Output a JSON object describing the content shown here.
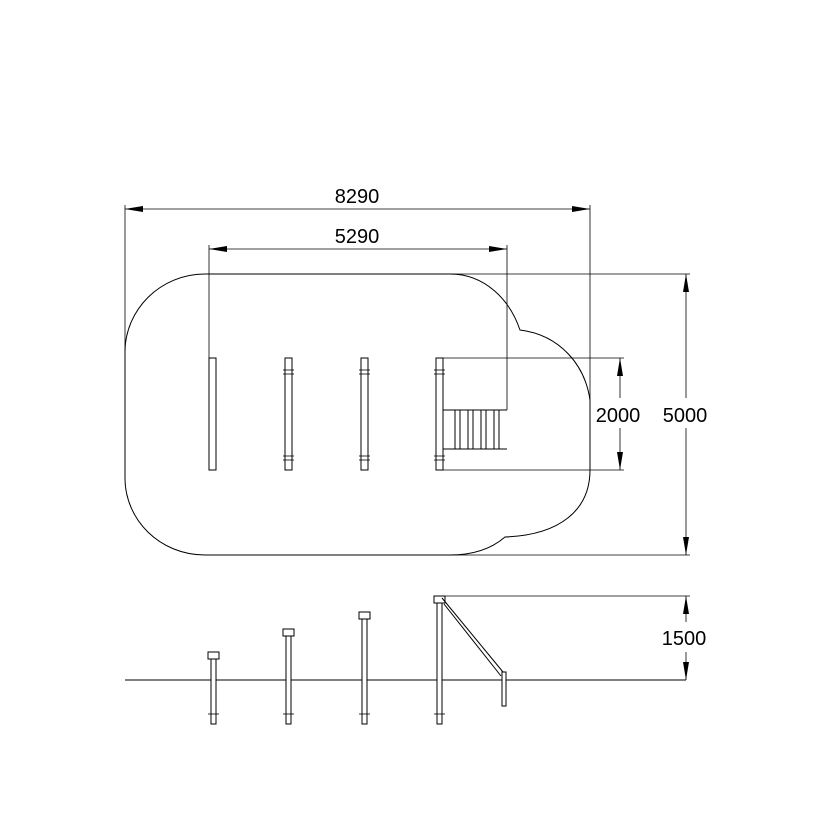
{
  "drawing": {
    "dimensions": {
      "overall_length": "8290",
      "inner_length": "5290",
      "overall_depth": "5000",
      "equipment_depth": "2000",
      "height": "1500"
    },
    "colors": {
      "line": "#000000",
      "background": "#ffffff"
    }
  }
}
